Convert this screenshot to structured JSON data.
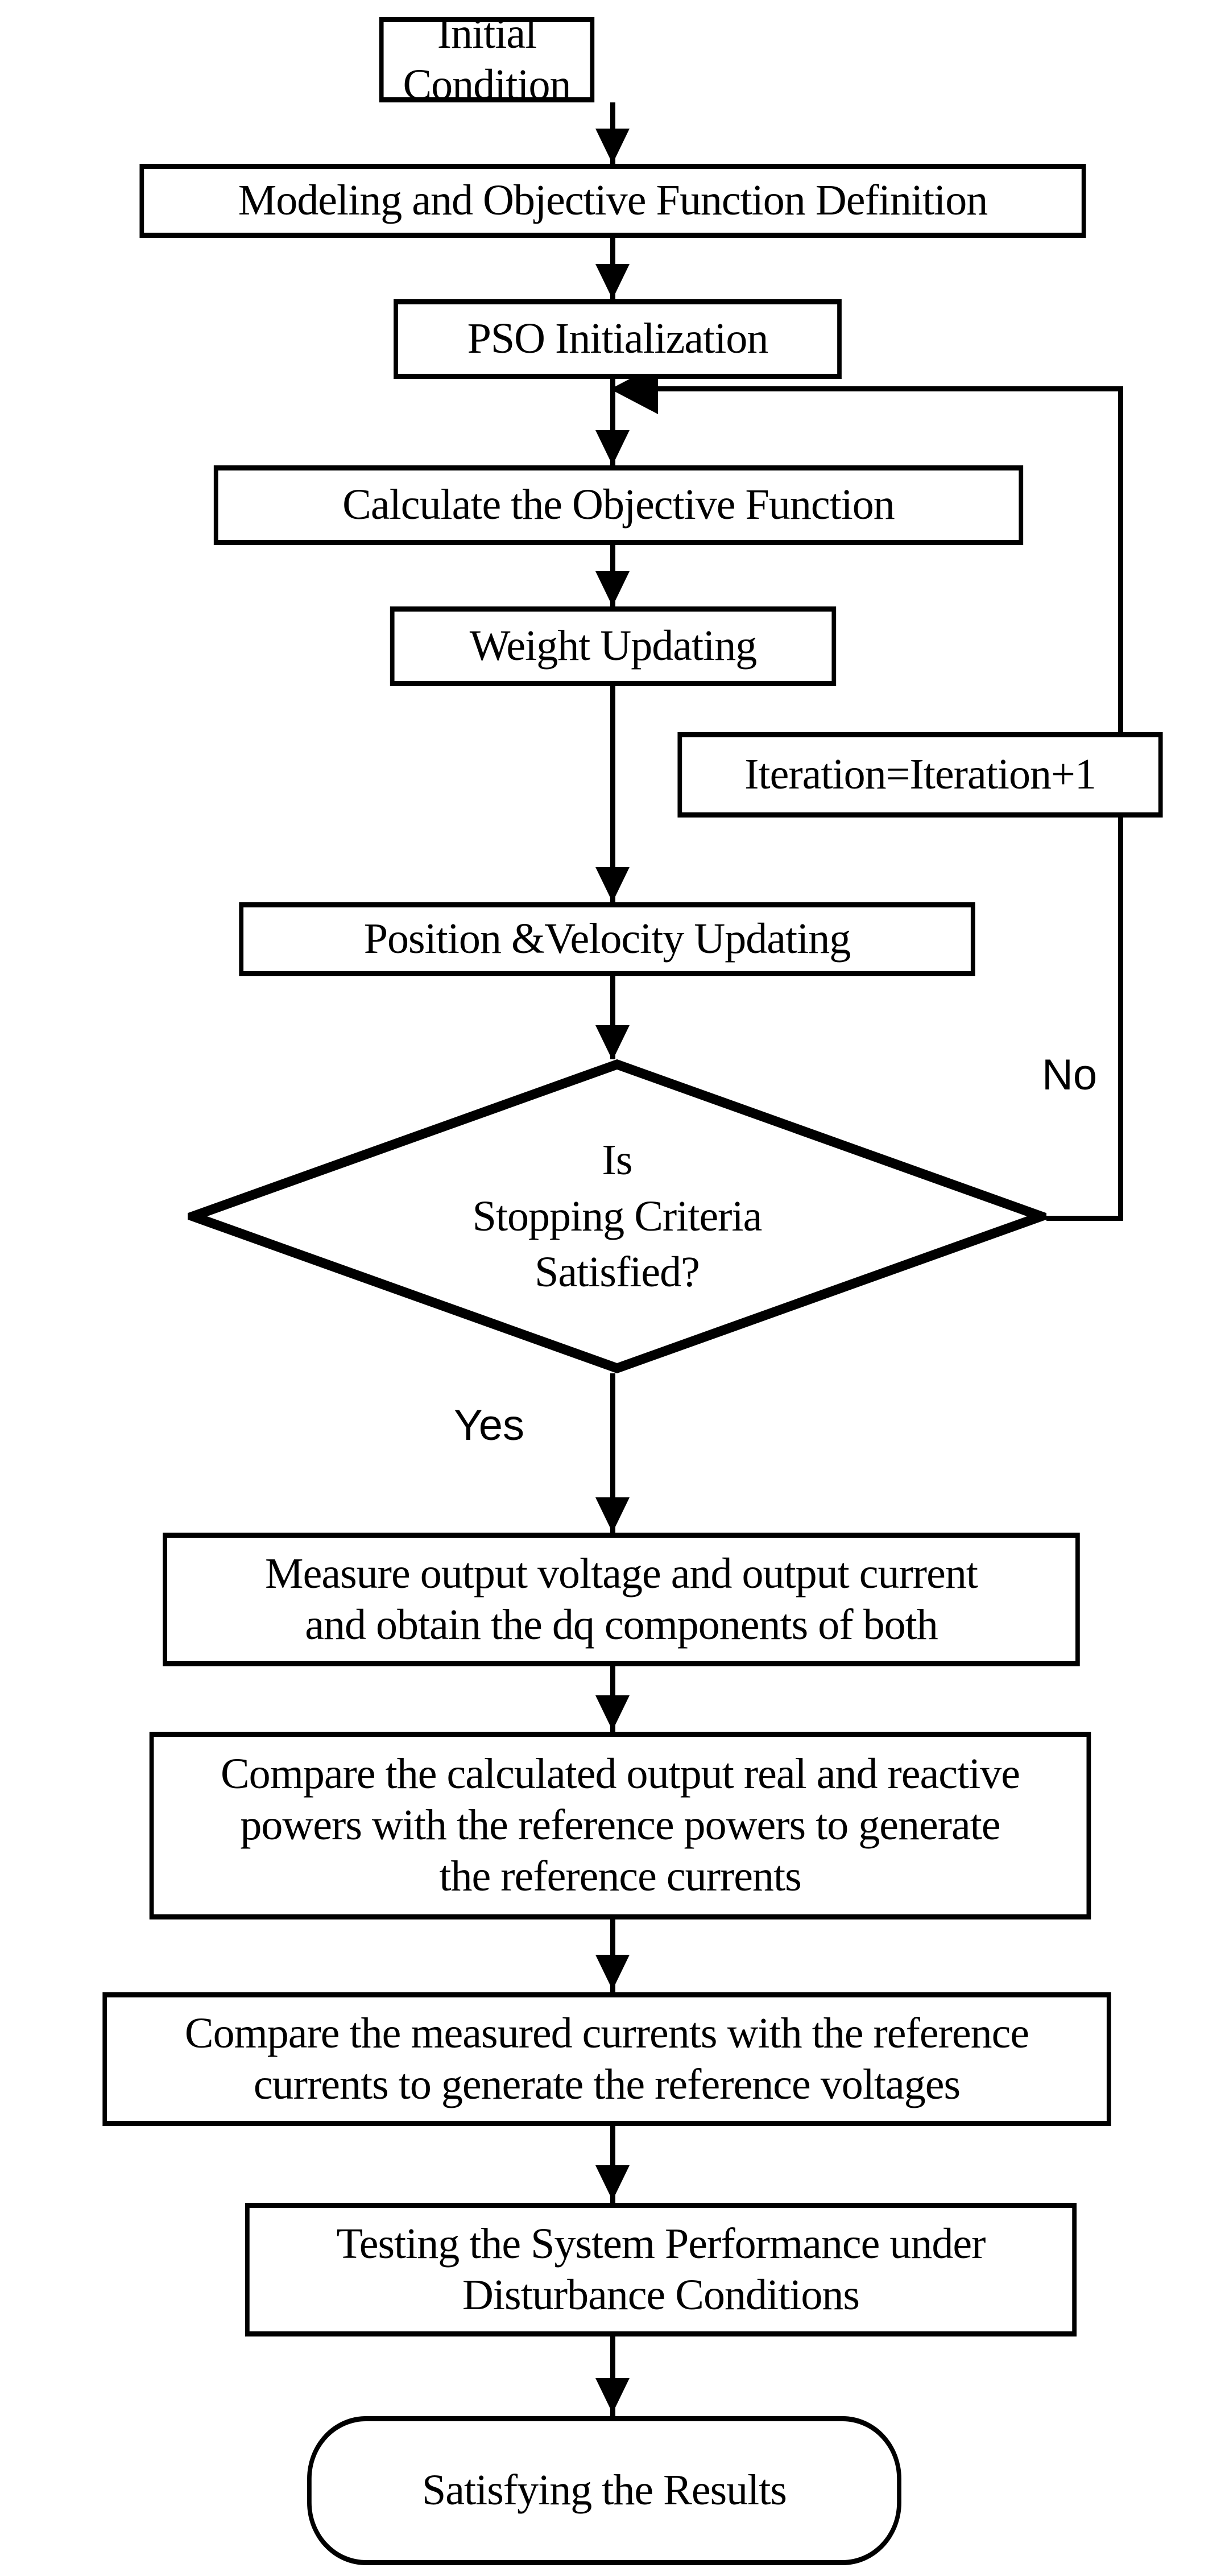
{
  "diagram": {
    "title": "PSO-based controller design flowchart",
    "background_color": "#ffffff",
    "stroke_color": "#000000"
  },
  "nodes": {
    "initial_condition": "Initial Condition",
    "modeling": "Modeling and Objective Function Definition",
    "pso_init": "PSO Initialization",
    "calc_objective": "Calculate the Objective Function",
    "weight_updating": "Weight Updating",
    "iteration_increment": "Iteration=Iteration+1",
    "position_velocity": "Position &Velocity Updating",
    "decision_line1": "Is",
    "decision_line2": "Stopping Criteria",
    "decision_line3": "Satisfied?",
    "measure_line1": "Measure output voltage and output current",
    "measure_line2": "and obtain the dq components of both",
    "compare_powers_line1": "Compare the calculated output real and reactive",
    "compare_powers_line2": "powers with the reference powers to generate",
    "compare_powers_line3": "the reference currents",
    "compare_currents_line1": "Compare the measured currents with the reference",
    "compare_currents_line2": "currents to generate the reference voltages",
    "testing_line1": "Testing the System Performance under",
    "testing_line2": "Disturbance Conditions",
    "satisfying_results": "Satisfying the Results"
  },
  "edge_labels": {
    "no": "No",
    "yes": "Yes"
  }
}
